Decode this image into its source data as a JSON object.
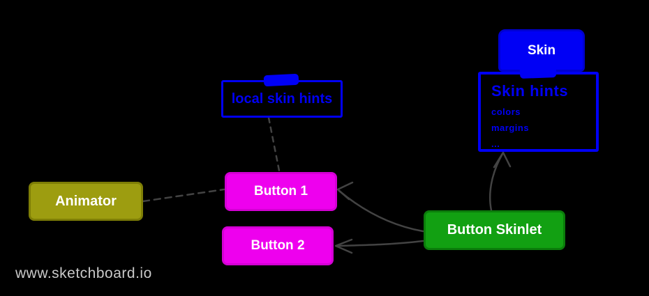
{
  "canvas": {
    "background_color": "#000000"
  },
  "watermark": {
    "text": "www.sketchboard.io",
    "color": "#c9c9c9"
  },
  "nodes": {
    "skin": {
      "label": "Skin",
      "fill": "#0000f5",
      "text_color": "#ffffff",
      "shape": "filled-rounded-rectangle"
    },
    "skin_hints": {
      "title": "Skin hints",
      "items": [
        "colors",
        "margins",
        "..."
      ],
      "border_color": "#0000f5",
      "text_color": "#0000f5",
      "shape": "outlined-rectangle"
    },
    "local_skin_hints": {
      "label": "local skin hints",
      "border_color": "#0000f5",
      "text_color": "#0000f5",
      "shape": "outlined-rectangle-with-tab"
    },
    "animator": {
      "label": "Animator",
      "fill": "#9d9d10",
      "text_color": "#ffffff",
      "shape": "filled-rounded-rectangle"
    },
    "button1": {
      "label": "Button 1",
      "fill": "#ee00ee",
      "text_color": "#ffffff",
      "shape": "filled-rounded-rectangle"
    },
    "button2": {
      "label": "Button 2",
      "fill": "#ee00ee",
      "text_color": "#ffffff",
      "shape": "filled-rounded-rectangle"
    },
    "button_skinlet": {
      "label": "Button Skinlet",
      "fill": "#12a012",
      "text_color": "#ffffff",
      "shape": "filled-rounded-rectangle"
    }
  },
  "edges": {
    "color": "#434343",
    "list": [
      {
        "from": "Animator",
        "to": "Button 1",
        "style": "dashed",
        "arrow": false
      },
      {
        "from": "local skin hints",
        "to": "Button 1",
        "style": "dashed",
        "arrow": false
      },
      {
        "from": "Button Skinlet",
        "to": "Button 1",
        "style": "solid-curved",
        "arrow": true
      },
      {
        "from": "Button Skinlet",
        "to": "Button 2",
        "style": "solid-curved",
        "arrow": true
      },
      {
        "from": "Button Skinlet",
        "to": "Skin hints",
        "style": "solid-curved",
        "arrow": true
      },
      {
        "from": "Skin",
        "to": "Skin hints",
        "style": "attached-tab",
        "arrow": false
      }
    ]
  }
}
